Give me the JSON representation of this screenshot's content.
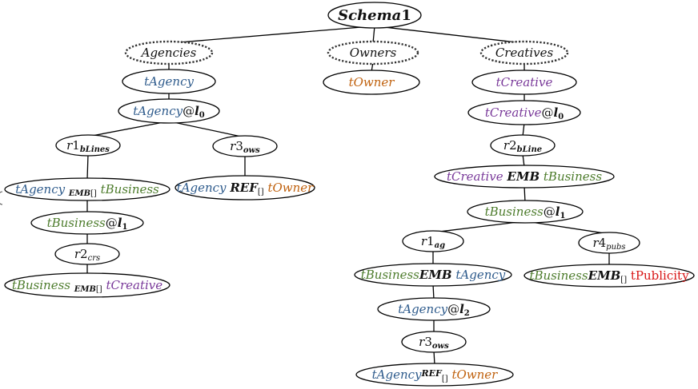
{
  "colors": {
    "agency": "#2e5b8c",
    "business": "#4d7c2c",
    "creative": "#7a3a9a",
    "owner": "#c0620f",
    "publicity": "#d81414",
    "text": "#111111"
  },
  "nodes": [
    {
      "id": "schema",
      "style": "bold",
      "parts": [
        {
          "t": "Schema",
          "c": "text",
          "b": true
        },
        {
          "t": "1",
          "c": "text",
          "b": true,
          "ni": true
        }
      ]
    },
    {
      "id": "agencies",
      "style": "dotted",
      "parts": [
        {
          "t": "Agencies",
          "c": "text"
        }
      ]
    },
    {
      "id": "owners",
      "style": "dotted",
      "parts": [
        {
          "t": "Owners",
          "c": "text"
        }
      ]
    },
    {
      "id": "creatives",
      "style": "dotted",
      "parts": [
        {
          "t": "Creatives",
          "c": "text"
        }
      ]
    },
    {
      "id": "tagency",
      "parts": [
        {
          "t": "tAgency",
          "c": "agency"
        }
      ]
    },
    {
      "id": "towner",
      "parts": [
        {
          "t": "tOwner",
          "c": "owner"
        }
      ]
    },
    {
      "id": "tcreative",
      "parts": [
        {
          "t": "tCreative",
          "c": "creative"
        }
      ]
    },
    {
      "id": "tagency_l0",
      "parts": [
        {
          "t": "tAgency",
          "c": "agency"
        },
        {
          "t": "@",
          "c": "text",
          "ni": true
        },
        {
          "t": "l",
          "c": "text",
          "b": true
        },
        {
          "t": "0",
          "c": "text",
          "b": true,
          "sub": true,
          "ni": true
        }
      ]
    },
    {
      "id": "tcreative_l0",
      "parts": [
        {
          "t": "tCreative",
          "c": "creative"
        },
        {
          "t": "@",
          "c": "text",
          "ni": true
        },
        {
          "t": "l",
          "c": "text",
          "b": true
        },
        {
          "t": "0",
          "c": "text",
          "b": true,
          "sub": true,
          "ni": true
        }
      ]
    },
    {
      "id": "r1_blines",
      "parts": [
        {
          "t": "r",
          "c": "text"
        },
        {
          "t": "1",
          "c": "text",
          "ni": true
        },
        {
          "t": "bLines",
          "c": "text",
          "b": true,
          "sub": true
        }
      ]
    },
    {
      "id": "r3_ows_a",
      "parts": [
        {
          "t": "r",
          "c": "text"
        },
        {
          "t": "3",
          "c": "text",
          "ni": true
        },
        {
          "t": "ows",
          "c": "text",
          "b": true,
          "sub": true
        }
      ]
    },
    {
      "id": "r2_bline",
      "parts": [
        {
          "t": "r",
          "c": "text"
        },
        {
          "t": "2",
          "c": "text",
          "ni": true
        },
        {
          "t": "bLine",
          "c": "text",
          "b": true,
          "sub": true
        }
      ]
    },
    {
      "id": "emb_agency_business",
      "parts": [
        {
          "t": "tAgency ",
          "c": "agency"
        },
        {
          "t": "EMB",
          "c": "text",
          "b": true,
          "sub": true
        },
        {
          "t": "[]",
          "c": "text",
          "sub": true,
          "ni": true
        },
        {
          "t": " tBusiness",
          "c": "business"
        }
      ]
    },
    {
      "id": "ref_agency_owner",
      "parts": [
        {
          "t": "tAgency ",
          "c": "agency"
        },
        {
          "t": "REF",
          "c": "text",
          "b": true
        },
        {
          "t": "[]",
          "c": "text",
          "sub": true,
          "ni": true
        },
        {
          "t": " tOwner",
          "c": "owner"
        }
      ]
    },
    {
      "id": "emb_creative_business",
      "parts": [
        {
          "t": "tCreative ",
          "c": "creative"
        },
        {
          "t": "EMB",
          "c": "text",
          "b": true
        },
        {
          "t": " tBusiness",
          "c": "business"
        }
      ]
    },
    {
      "id": "tbusiness_l1_a",
      "parts": [
        {
          "t": "tBusiness",
          "c": "business"
        },
        {
          "t": "@",
          "c": "text",
          "ni": true
        },
        {
          "t": "l",
          "c": "text",
          "b": true
        },
        {
          "t": "1",
          "c": "text",
          "b": true,
          "sub": true,
          "ni": true
        }
      ]
    },
    {
      "id": "tbusiness_l1_b",
      "parts": [
        {
          "t": "tBusiness",
          "c": "business"
        },
        {
          "t": "@",
          "c": "text",
          "ni": true
        },
        {
          "t": "l",
          "c": "text",
          "b": true
        },
        {
          "t": "1",
          "c": "text",
          "b": true,
          "sub": true,
          "ni": true
        }
      ]
    },
    {
      "id": "r2_crs",
      "parts": [
        {
          "t": "r",
          "c": "text"
        },
        {
          "t": "2",
          "c": "text",
          "ni": true
        },
        {
          "t": "crs",
          "c": "text",
          "sub": true
        }
      ]
    },
    {
      "id": "r1_ag",
      "parts": [
        {
          "t": "r",
          "c": "text"
        },
        {
          "t": "1",
          "c": "text",
          "ni": true
        },
        {
          "t": "ag",
          "c": "text",
          "b": true,
          "sub": true
        }
      ]
    },
    {
      "id": "r4_pubs",
      "parts": [
        {
          "t": "r",
          "c": "text"
        },
        {
          "t": "4",
          "c": "text",
          "ni": true
        },
        {
          "t": "pubs",
          "c": "text",
          "sub": true
        }
      ]
    },
    {
      "id": "emb_business_creative",
      "parts": [
        {
          "t": "tBusiness ",
          "c": "business"
        },
        {
          "t": "EMB",
          "c": "text",
          "b": true,
          "sub": true
        },
        {
          "t": "[]",
          "c": "text",
          "sub": true,
          "ni": true
        },
        {
          "t": " tCreative",
          "c": "creative"
        }
      ]
    },
    {
      "id": "emb_business_agency",
      "parts": [
        {
          "t": "tBusiness",
          "c": "business"
        },
        {
          "t": "EMB",
          "c": "text",
          "b": true
        },
        {
          "t": "  tAgency",
          "c": "agency"
        }
      ]
    },
    {
      "id": "emb_business_publicity",
      "parts": [
        {
          "t": "tBusiness",
          "c": "business"
        },
        {
          "t": "EMB",
          "c": "text",
          "b": true
        },
        {
          "t": "[]",
          "c": "text",
          "sub": true,
          "ni": true
        },
        {
          "t": " tPublicity",
          "c": "publicity",
          "ni": true
        }
      ]
    },
    {
      "id": "tagency_l2",
      "parts": [
        {
          "t": "tAgency",
          "c": "agency"
        },
        {
          "t": "@",
          "c": "text",
          "ni": true
        },
        {
          "t": "l",
          "c": "text",
          "b": true
        },
        {
          "t": "2",
          "c": "text",
          "b": true,
          "sub": true,
          "ni": true
        }
      ]
    },
    {
      "id": "r3_ows_b",
      "parts": [
        {
          "t": "r",
          "c": "text"
        },
        {
          "t": "3",
          "c": "text",
          "ni": true
        },
        {
          "t": "ows",
          "c": "text",
          "b": true,
          "sub": true
        }
      ]
    },
    {
      "id": "ref_agency_owner_b",
      "parts": [
        {
          "t": "tAgency",
          "c": "agency"
        },
        {
          "t": "REF",
          "c": "text",
          "b": true,
          "sup": true
        },
        {
          "t": "[]",
          "c": "text",
          "sub": true,
          "ni": true
        },
        {
          "t": " tOwner",
          "c": "owner"
        }
      ]
    }
  ],
  "edges": [
    [
      "schema",
      "agencies"
    ],
    [
      "schema",
      "owners"
    ],
    [
      "schema",
      "creatives"
    ],
    [
      "agencies",
      "tagency"
    ],
    [
      "owners",
      "towner"
    ],
    [
      "creatives",
      "tcreative"
    ],
    [
      "tagency",
      "tagency_l0"
    ],
    [
      "tcreative",
      "tcreative_l0"
    ],
    [
      "tagency_l0",
      "r1_blines"
    ],
    [
      "tagency_l0",
      "r3_ows_a"
    ],
    [
      "r1_blines",
      "emb_agency_business"
    ],
    [
      "r3_ows_a",
      "ref_agency_owner"
    ],
    [
      "emb_agency_business",
      "tbusiness_l1_a"
    ],
    [
      "tbusiness_l1_a",
      "r2_crs"
    ],
    [
      "r2_crs",
      "emb_business_creative"
    ],
    [
      "tcreative_l0",
      "r2_bline"
    ],
    [
      "r2_bline",
      "emb_creative_business"
    ],
    [
      "emb_creative_business",
      "tbusiness_l1_b"
    ],
    [
      "tbusiness_l1_b",
      "r1_ag"
    ],
    [
      "tbusiness_l1_b",
      "r4_pubs"
    ],
    [
      "r1_ag",
      "emb_business_agency"
    ],
    [
      "r4_pubs",
      "emb_business_publicity"
    ],
    [
      "emb_business_agency",
      "tagency_l2"
    ],
    [
      "tagency_l2",
      "r3_ows_b"
    ],
    [
      "r3_ows_b",
      "ref_agency_owner_b"
    ]
  ]
}
